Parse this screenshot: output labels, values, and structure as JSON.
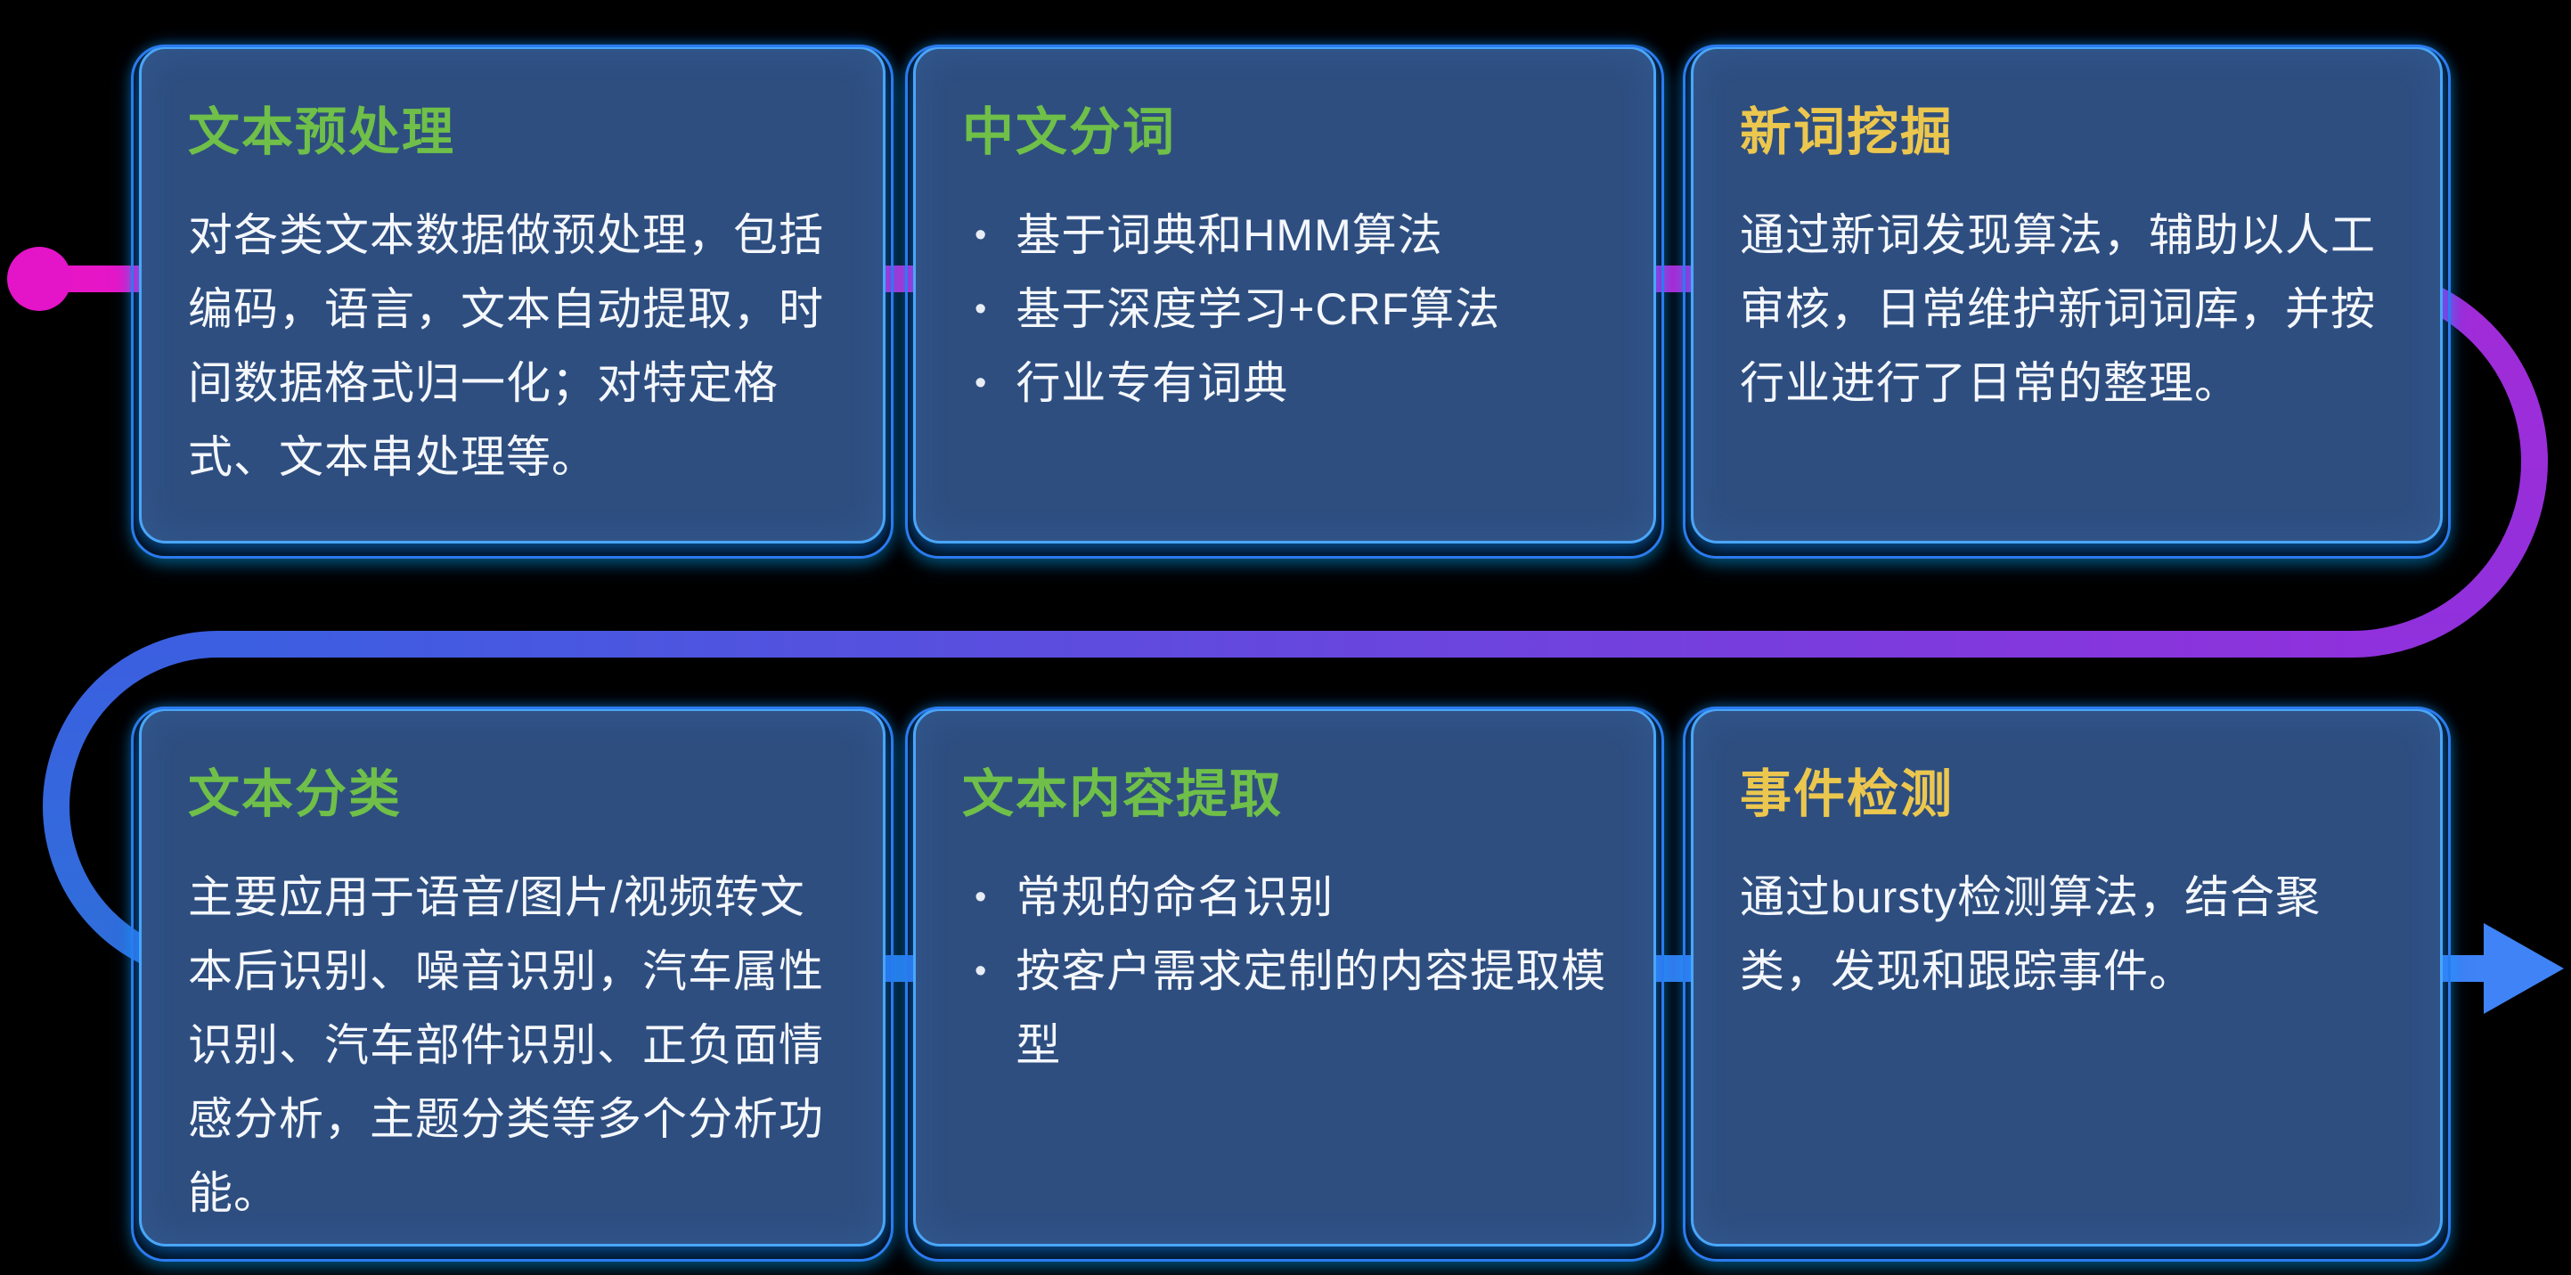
{
  "diagram": {
    "title": "NLP capability flow",
    "cards": [
      {
        "title": "文本预处理",
        "accent": "#6fbf49",
        "body": "对各类文本数据做预处理，包括编码，语言，文本自动提取，时间数据格式归一化；对特定格式、文本串处理等。"
      },
      {
        "title": "中文分词",
        "accent": "#6fbf49",
        "bullets": [
          "基于词典和HMM算法",
          "基于深度学习+CRF算法",
          "行业专有词典"
        ]
      },
      {
        "title": "新词挖掘",
        "accent": "#ecc74e",
        "body": "通过新词发现算法，辅助以人工审核，日常维护新词词库，并按行业进行了日常的整理。"
      },
      {
        "title": "文本分类",
        "accent": "#6fbf49",
        "body": "主要应用于语音/图片/视频转文本后识别、噪音识别，汽车属性识别、汽车部件识别、正负面情感分析，主题分类等多个分析功能。"
      },
      {
        "title": "文本内容提取",
        "accent": "#6fbf49",
        "bullets": [
          "常规的命名识别",
          "按客户需求定制的内容提取模型"
        ]
      },
      {
        "title": "事件检测",
        "accent": "#ecc74e",
        "body": "通过bursty检测算法，结合聚类，发现和跟踪事件。"
      }
    ],
    "flow": {
      "start_dot_color": "#e414c8",
      "magenta": "#df19c9",
      "purple": "#8f31dc",
      "blue": "#2f6fda",
      "arrow_color": "#3f83f6"
    },
    "card_background": "#2e4e80",
    "card_border": "#4aa6f8",
    "page_background": "#000000"
  }
}
